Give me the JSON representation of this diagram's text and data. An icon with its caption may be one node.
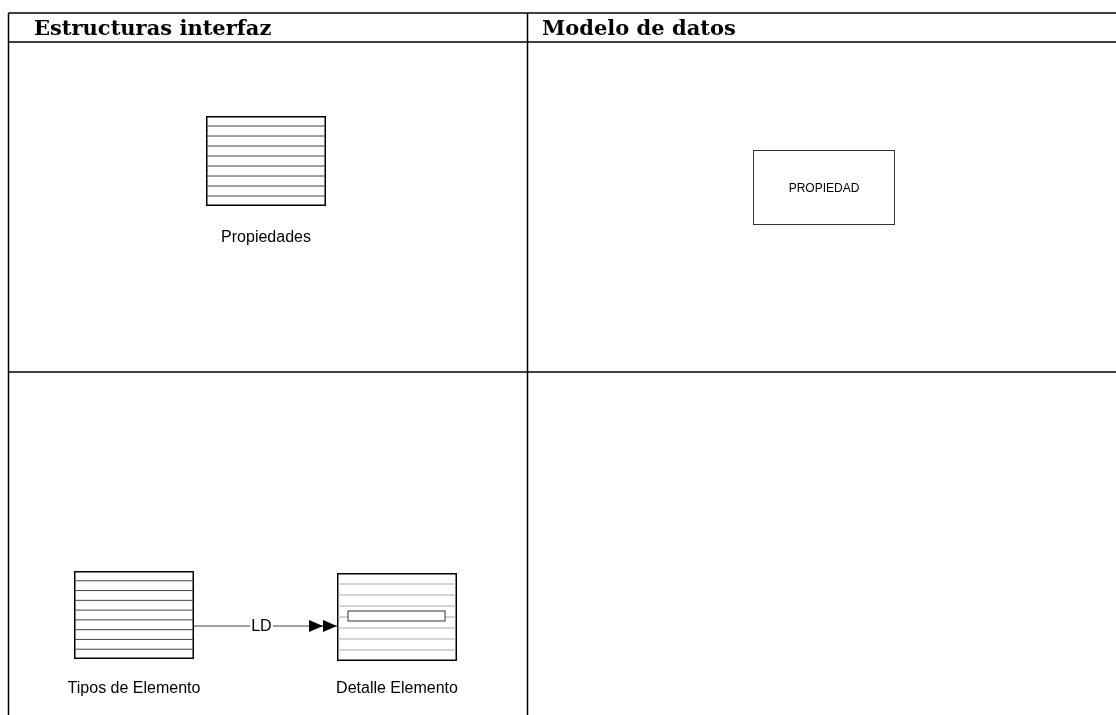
{
  "diagram": {
    "nodes": [
      {
        "text": [
          "Propiedades"
        ]
      },
      {
        "text": [
          "PROPIEDAD"
        ]
      },
      {
        "text": [
          "Tipos de Elemento"
        ]
      },
      {
        "text": [
          "Detalle Elemento"
        ]
      }
    ],
    "edges": [
      {
        "from": 2,
        "to": 3,
        "arrow": "to",
        "label": "LD"
      }
    ],
    "labels": [
      "Estructuras interfaz",
      "Modelo de datos"
    ]
  }
}
